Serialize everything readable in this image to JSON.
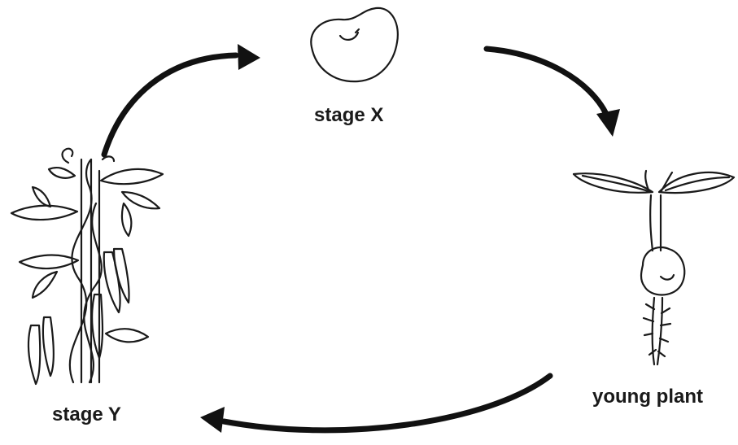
{
  "labels": {
    "stage_x": "stage X",
    "young_plant": "young plant",
    "stage_y": "stage Y"
  },
  "colors": {
    "ink": "#1a1a1a",
    "background": "#ffffff"
  },
  "cycle_order": [
    "stage X",
    "young plant",
    "stage Y"
  ]
}
